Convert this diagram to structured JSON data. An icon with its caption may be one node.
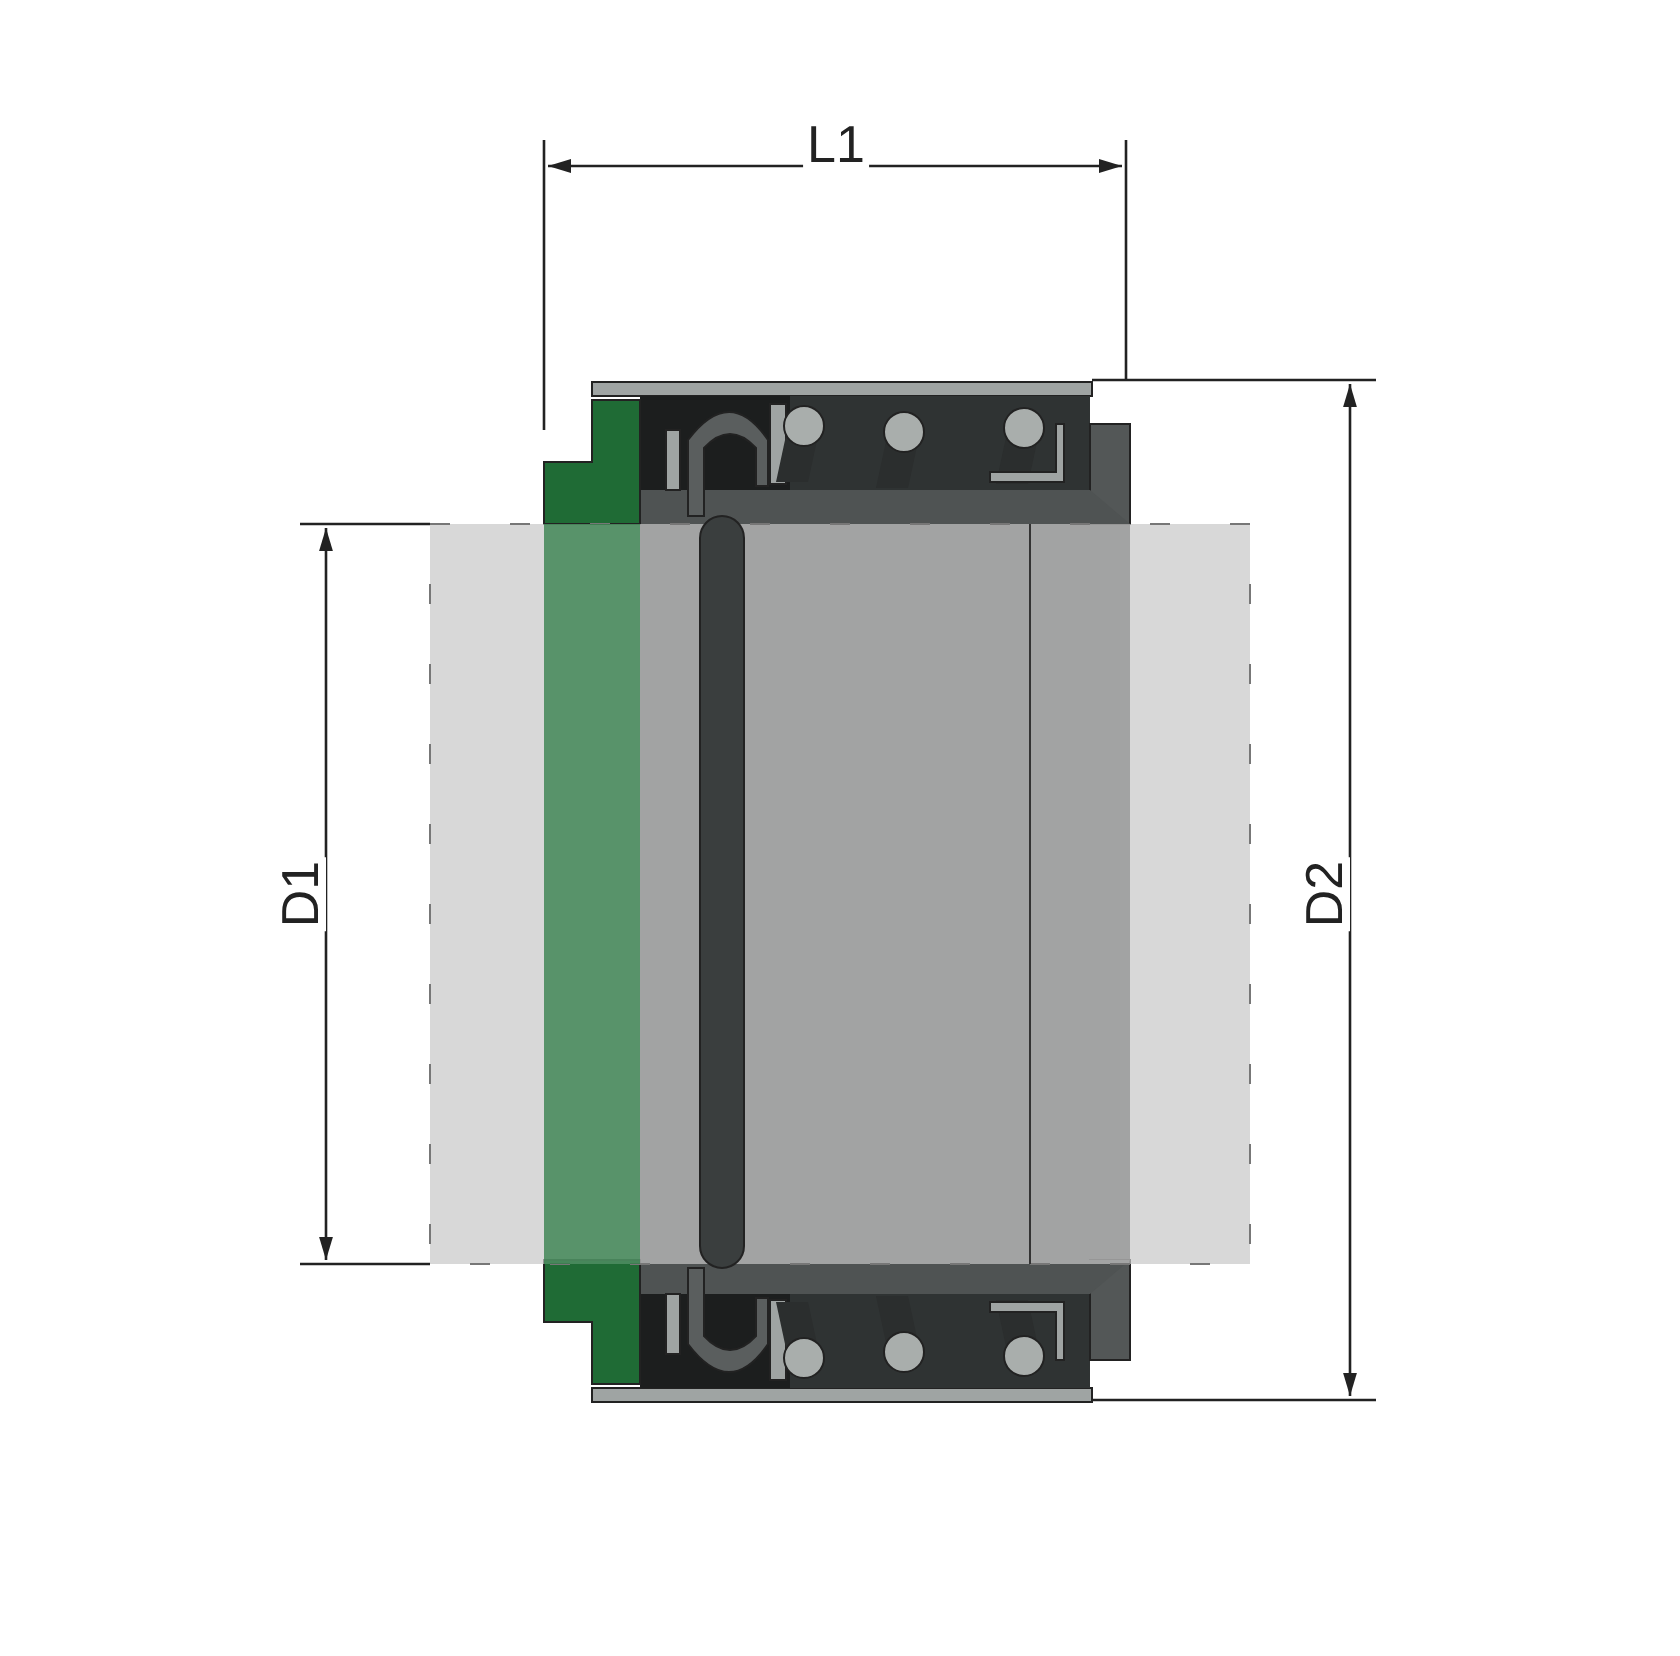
{
  "diagram": {
    "labels": [
      "L1",
      "D1",
      "D2"
    ]
  }
}
